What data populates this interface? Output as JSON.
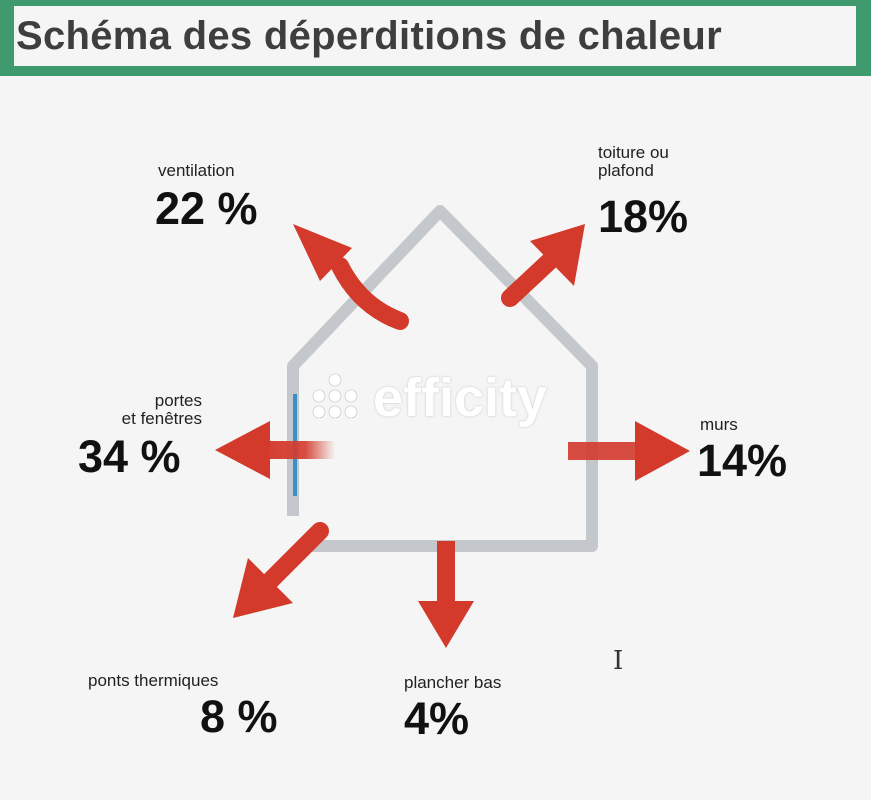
{
  "title": "Schéma des déperditions de chaleur",
  "watermark": "efficity",
  "colors": {
    "header": "#3f9a6f",
    "arrow": "#d33a2c",
    "house": "#c4c7cb",
    "window": "#3a8fc4"
  },
  "losses": {
    "ventilation": {
      "label": "ventilation",
      "value": "22 %"
    },
    "toiture": {
      "label_line1": "toiture ou",
      "label_line2": "plafond",
      "value": "18%"
    },
    "portes": {
      "label_line1": "portes",
      "label_line2": "et fenêtres",
      "value": "34 %"
    },
    "murs": {
      "label": "murs",
      "value": "14%"
    },
    "ponts": {
      "label": "ponts thermiques",
      "value": "8 %"
    },
    "plancher": {
      "label": "plancher bas",
      "value": "4%"
    }
  }
}
